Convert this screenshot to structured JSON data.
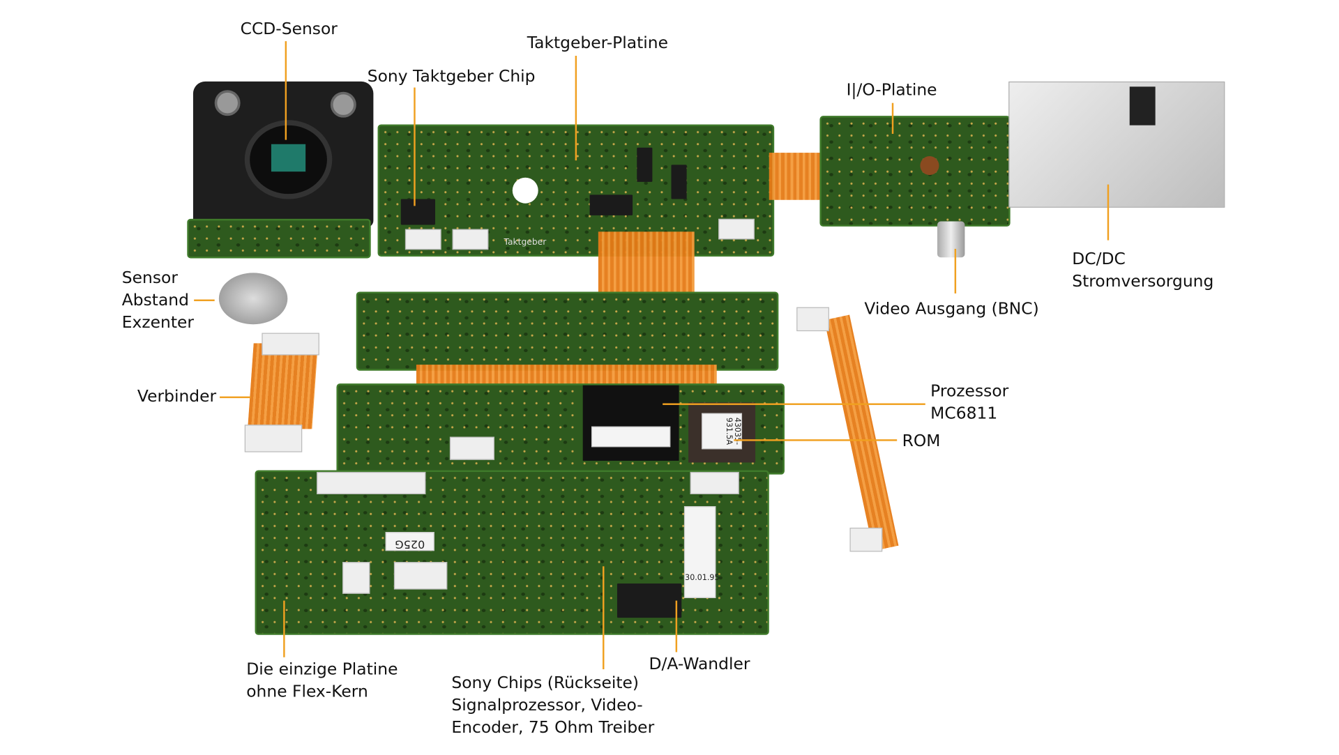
{
  "labels": {
    "ccd_sensor": "CCD-Sensor",
    "taktgeber_platine": "Taktgeber-Platine",
    "sony_taktgeber_chip": "Sony Taktgeber Chip",
    "io_platine": "I|/O-Platine",
    "dcdc": [
      "DC/DC",
      "Stromversorgung"
    ],
    "video_ausgang": "Video Ausgang (BNC)",
    "sensor_abstand": [
      "Sensor",
      "Abstand",
      "Exzenter"
    ],
    "verbinder": "Verbinder",
    "prozessor": [
      "Prozessor",
      "MC6811"
    ],
    "rom": "ROM",
    "einzige_platine": [
      "Die einzige Platine",
      "ohne Flex-Kern"
    ],
    "sony_chips": [
      "Sony Chips (Rückseite)",
      "Signalprozessor, Video-",
      "Encoder, 75 Ohm Treiber"
    ],
    "da_wandler": "D/A-Wandler"
  },
  "board_markings": {
    "taktgeber_print": "Taktgeber",
    "rom_label": [
      "43035-",
      "931.5A"
    ],
    "board_tag": "025G",
    "date_sticker": "30.01.95"
  },
  "colors": {
    "leader": "#f0a020",
    "pcb": "#2e5a1e",
    "flex": "#e57a16"
  }
}
